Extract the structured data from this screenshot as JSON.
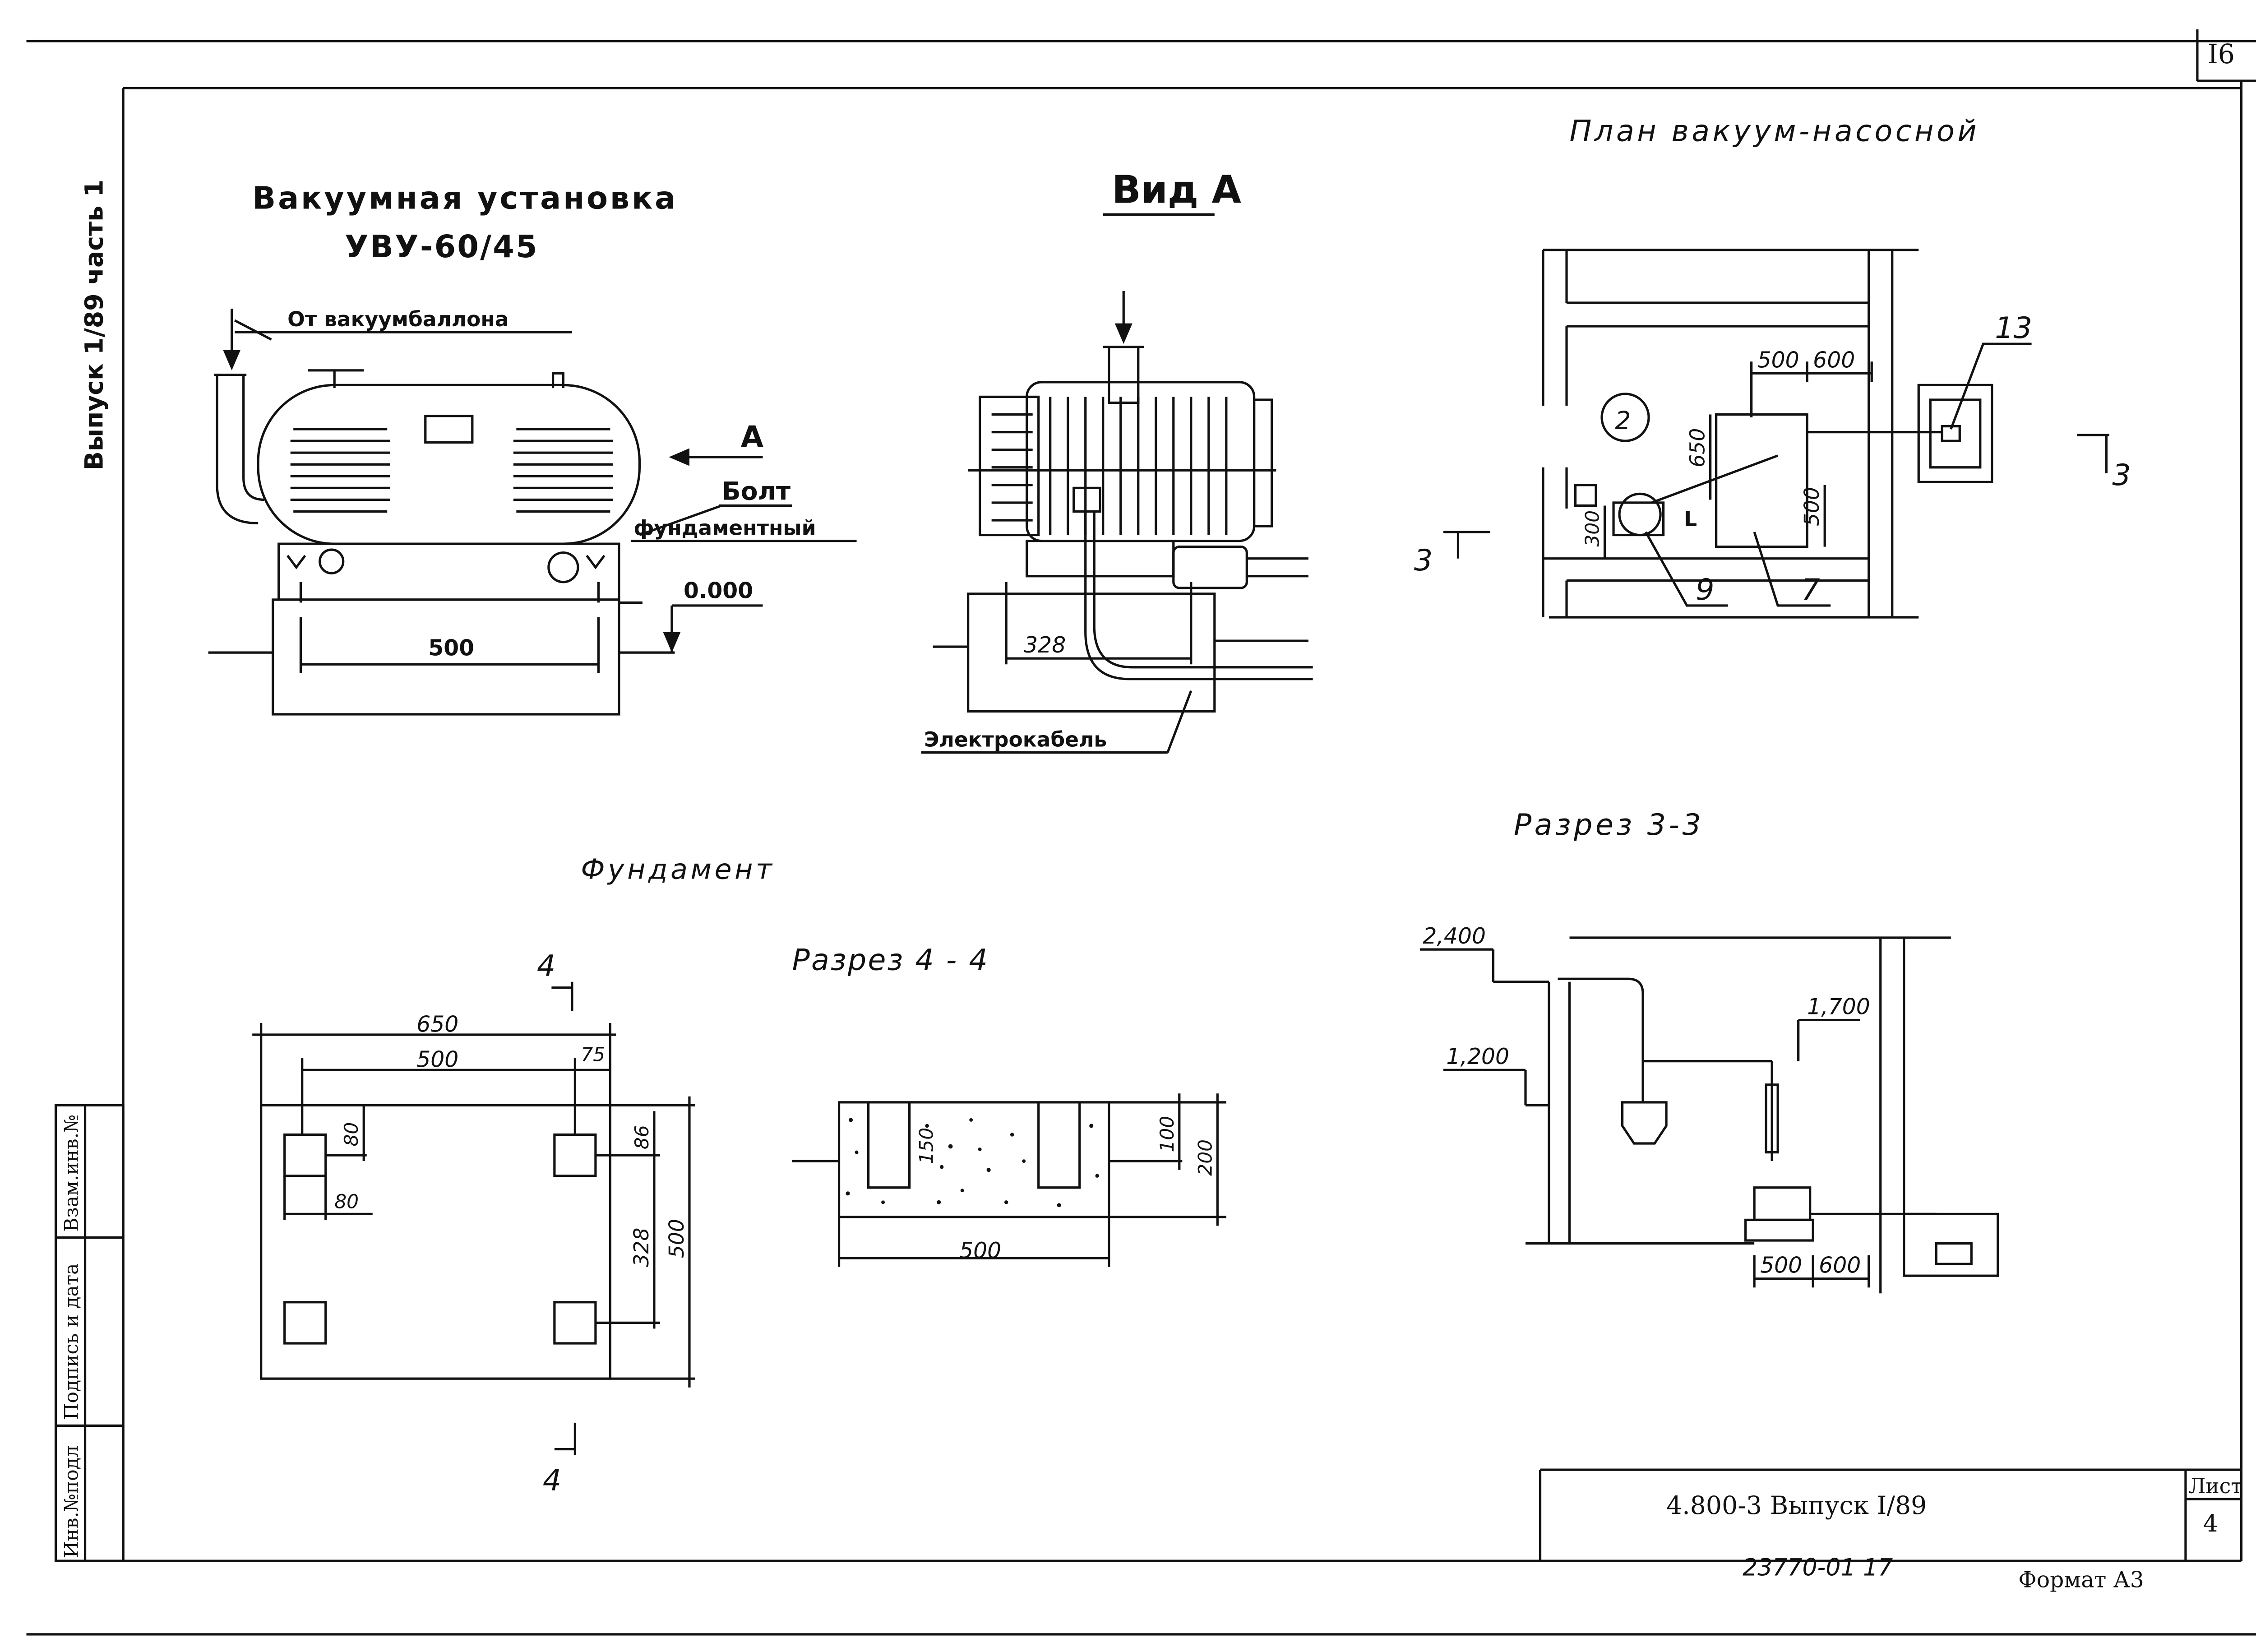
{
  "sheet_number": "I6",
  "binding_margin": {
    "vypusk": "Выпуск 1/89 часть 1",
    "stamp_cells": [
      "Инв.№подл",
      "Подпись и дата",
      "Взам.инв.№"
    ]
  },
  "unit": {
    "title_line1": "Вакуумная установка",
    "title_line2": "УВУ-60/45",
    "from_balloon": "От вакуумбаллона",
    "view_arrow": "А",
    "bolt_line1": "Болт",
    "bolt_line2": "фундаментный",
    "level_zero": "0.000",
    "dim_500": "500"
  },
  "view_a": {
    "title": "Вид А",
    "dim_328": "328",
    "cable_label": "Электрокабель"
  },
  "plan": {
    "title": "План вакуум-насосной",
    "room_number": "2",
    "dim_500": "500",
    "dim_600": "600",
    "dim_650": "650",
    "dim_500_v": "500",
    "dim_300": "300",
    "callout_13": "13",
    "callout_9": "9",
    "callout_7": "7",
    "section_mark": "3",
    "section_tick": "L"
  },
  "section_33": {
    "title": "Разрез 3-3",
    "level_2400": "2,400",
    "level_1700": "1,700",
    "level_1200": "1,200",
    "dim_500": "500",
    "dim_600": "600"
  },
  "foundation": {
    "title": "Фундамент",
    "section_mark": "4",
    "dim_650": "650",
    "dim_500": "500",
    "dim_75": "75",
    "dim_80_v": "80",
    "dim_80_h": "80",
    "dim_86": "86",
    "dim_328": "328",
    "dim_500_v": "500"
  },
  "section_44": {
    "title": "Разрез 4 - 4",
    "dim_150": "150",
    "dim_100": "100",
    "dim_200": "200",
    "dim_500": "500"
  },
  "title_block": {
    "code": "4.800-3 Выпуск I/89",
    "list_label": "Лист",
    "list_number": "4",
    "drawing_number": "23770-01  17",
    "format": "Формат А3"
  }
}
